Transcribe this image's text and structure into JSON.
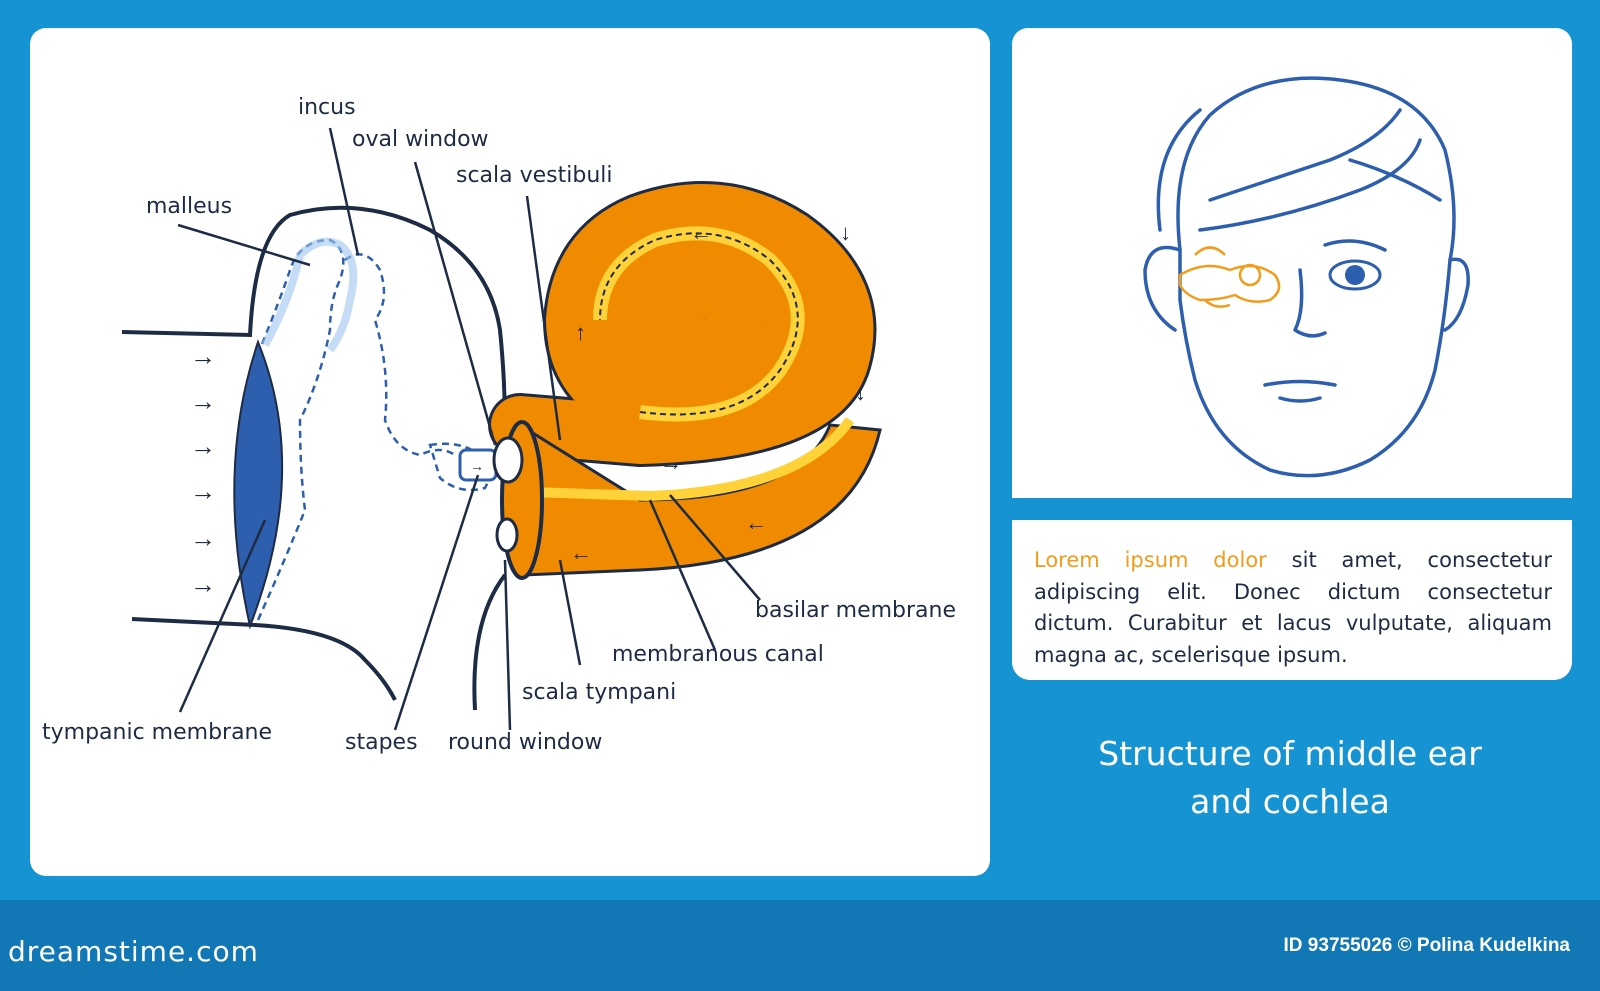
{
  "labels": {
    "incus": "incus",
    "oval_window": "oval window",
    "scala_vestibuli": "scala vestibuli",
    "malleus": "malleus",
    "basilar_membrane": "basilar membrane",
    "membranous_canal": "membranous canal",
    "scala_tympani": "scala tympani",
    "tympanic_membrane": "tympanic membrane",
    "stapes": "stapes",
    "round_window": "round window"
  },
  "caption": {
    "highlight": "Lorem ipsum dolor",
    "body": " sit amet, consectetur adipiscing elit. Donec dictum consectetur dictum. Curabitur et lacus vulputate, aliquam magna ac, scelerisque ipsum."
  },
  "title": {
    "line1": "Structure of middle ear",
    "line2": "and cochlea"
  },
  "footer": {
    "logo": "dreamstime.com",
    "credit": "ID 93755026 © Polina Kudelkina"
  },
  "colors": {
    "background_blue": "#1593d3",
    "footer_blue": "#1177b5",
    "cochlea_orange": "#f08a00",
    "membrane_yellow": "#ffd23a",
    "outline_navy": "#1e2b44",
    "accent_blue": "#2d5fae",
    "text_orange": "#f39c1a"
  },
  "icons": [
    "arrow-right-icon",
    "eye-icon",
    "ear-anatomy-icon"
  ]
}
